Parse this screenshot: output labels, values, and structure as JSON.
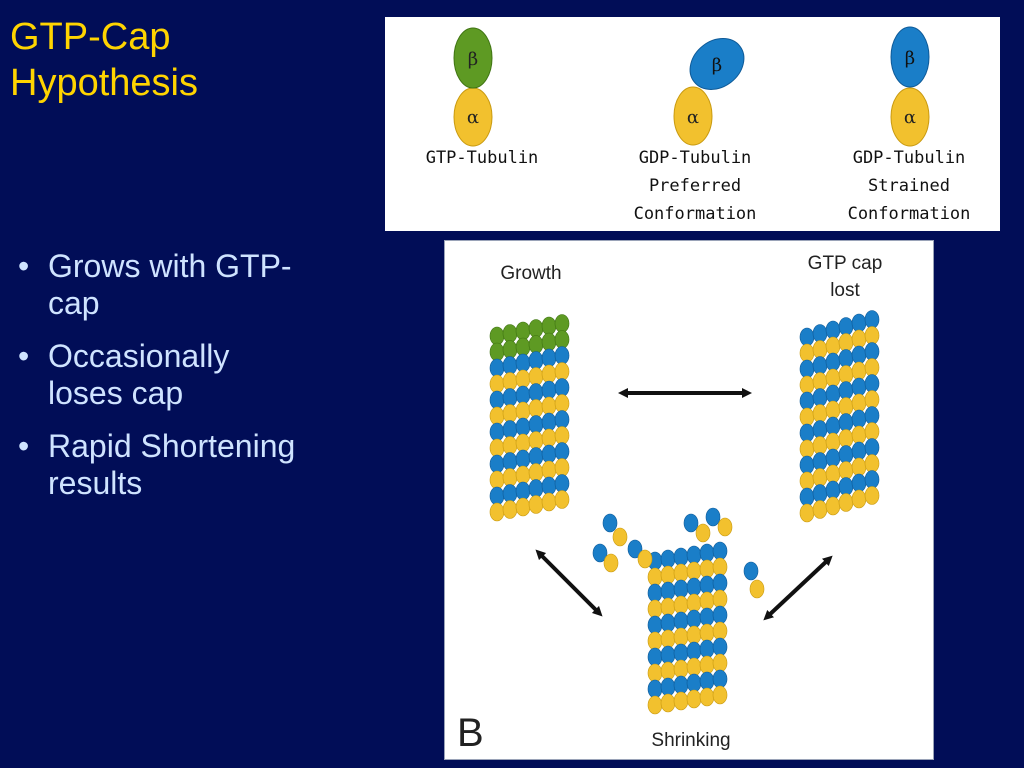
{
  "title": {
    "line1": "GTP-Cap",
    "line2": "Hypothesis"
  },
  "bullets": [
    {
      "line1": "Grows with GTP-",
      "line2": "cap"
    },
    {
      "line1": "Occasionally",
      "line2": "loses cap"
    },
    {
      "line1": "Rapid Shortening",
      "line2": "results"
    }
  ],
  "tubulin_states": [
    {
      "beta": "β",
      "alpha": "α",
      "label": [
        "GTP-Tubulin"
      ]
    },
    {
      "beta": "β",
      "alpha": "α",
      "label": [
        "GDP-Tubulin",
        "Preferred",
        "Conformation"
      ]
    },
    {
      "beta": "β",
      "alpha": "α",
      "label": [
        "GDP-Tubulin",
        "Strained",
        "Conformation"
      ]
    }
  ],
  "dynamics": {
    "growth_label": "Growth",
    "cap_lost_label": [
      "GTP cap",
      "lost"
    ],
    "shrinking_label": "Shrinking",
    "panel_letter": "B"
  },
  "colors": {
    "background": "#010d57",
    "title": "#ffd400",
    "bullet_text": "#cfe3ff",
    "alpha_yellow": "#f2c12e",
    "beta_green": "#5e9a23",
    "beta_blue": "#1a7ec8"
  }
}
